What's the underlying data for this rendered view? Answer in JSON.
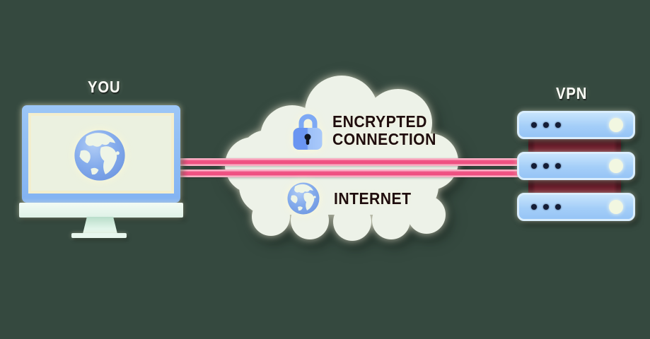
{
  "diagram": {
    "description": "VPN encrypted connection diagram"
  },
  "computer": {
    "label": "YOU",
    "icon": "globe-icon"
  },
  "cloud": {
    "encrypted": {
      "line1": "ENCRYPTED",
      "line2": "CONNECTION",
      "icon": "lock-icon"
    },
    "internet": {
      "label": "INTERNET",
      "icon": "globe-icon"
    }
  },
  "vpn": {
    "label": "VPN",
    "server_count": 3,
    "leds_per_server": 3
  },
  "tunnel": {
    "line_count": 2
  },
  "colors": {
    "background": "#35493f",
    "cloud": "#edf2e8",
    "line_pink": "#ee4e7f",
    "line_pink_edge": "#f9aec3",
    "server_blue": "#a4cef8",
    "connector_maroon": "#70212f",
    "monitor_frame_blue": "#88b8f3",
    "screen_cream": "#ebf1e0",
    "label_light": "#fbfdf6",
    "label_dark": "#1f0d0e"
  }
}
